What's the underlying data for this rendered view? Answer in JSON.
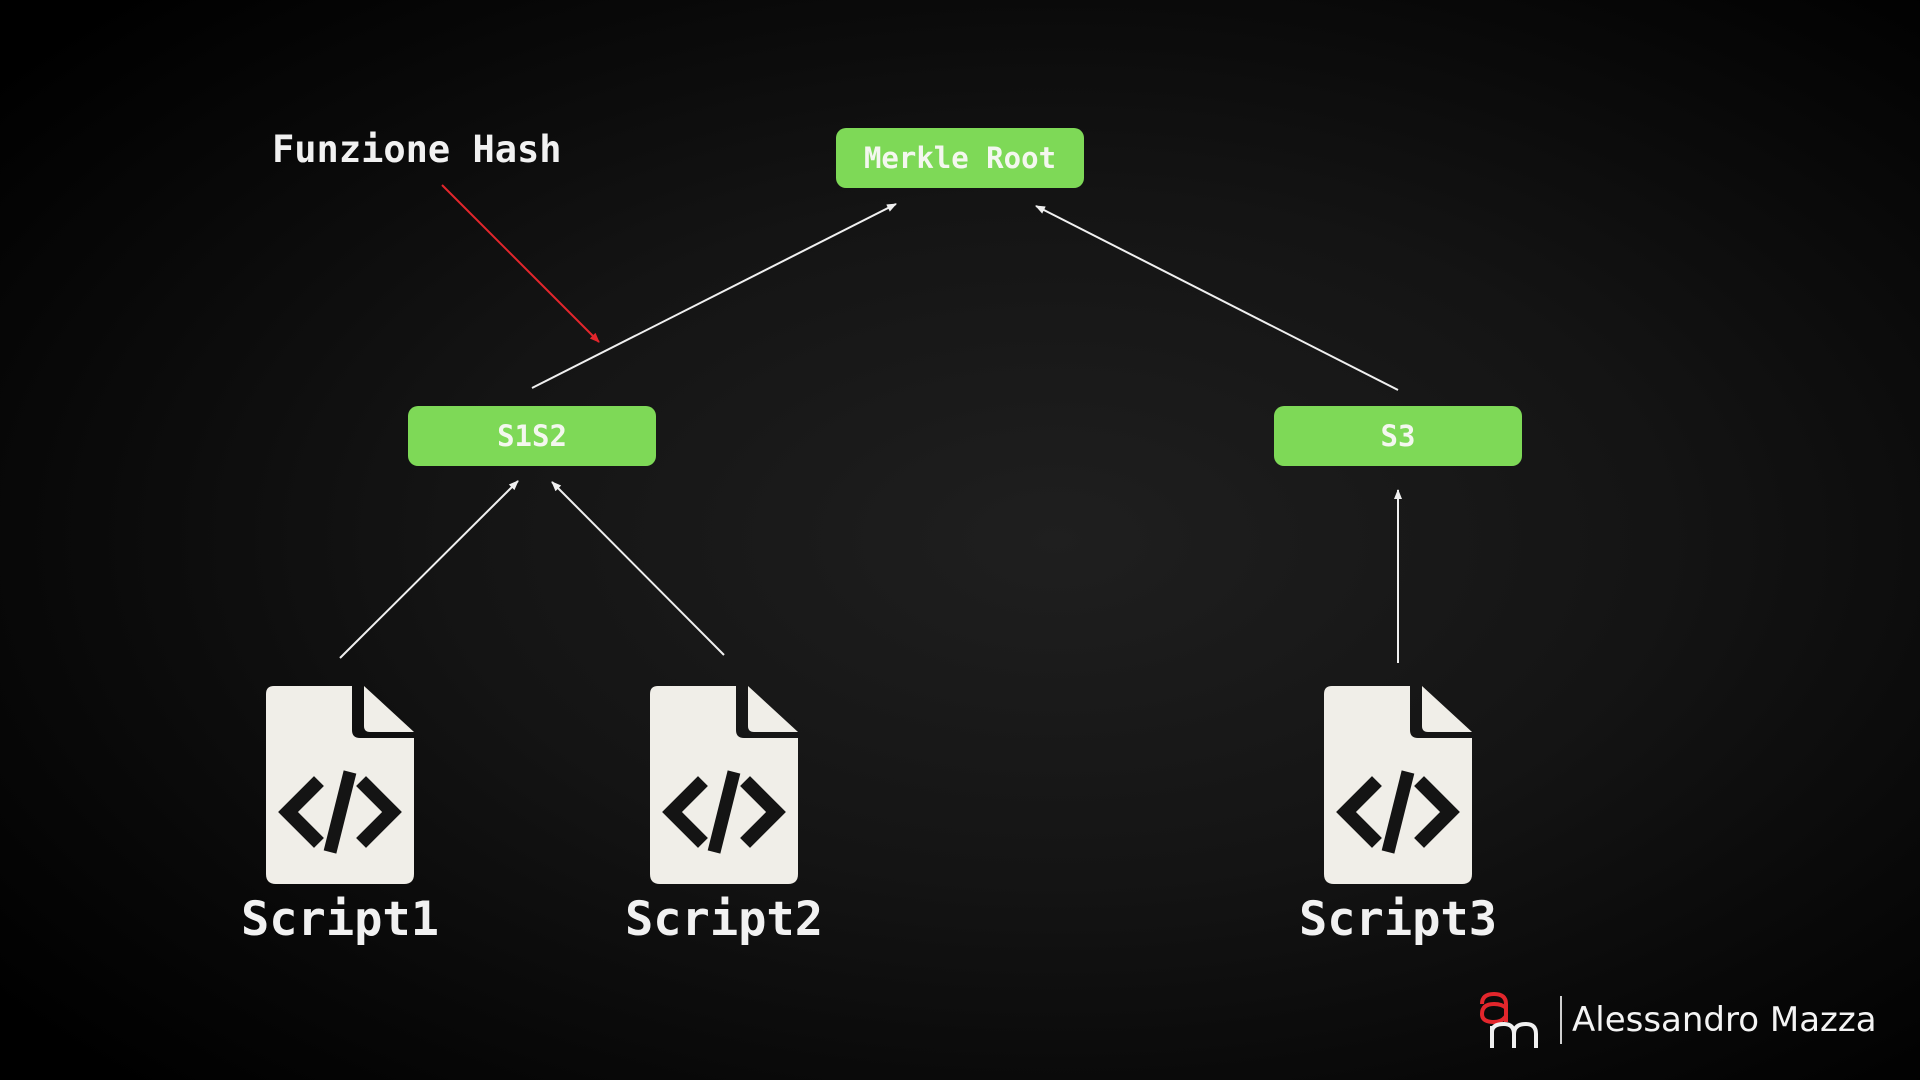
{
  "annotation": {
    "label": "Funzione Hash",
    "arrow_color": "#e3262c"
  },
  "nodes": {
    "root": "Merkle Root",
    "s1s2": "S1S2",
    "s3": "S3"
  },
  "scripts": [
    {
      "label": "Script1",
      "icon": "code-file-icon"
    },
    {
      "label": "Script2",
      "icon": "code-file-icon"
    },
    {
      "label": "Script3",
      "icon": "code-file-icon"
    }
  ],
  "brand": {
    "logo_letters": "am",
    "name": "Alessandro Mazza",
    "logo_accent": "#e3262c"
  },
  "colors": {
    "node_fill": "#7ed957",
    "node_text": "#f4f7ef",
    "file_fill": "#f0eee8",
    "arrow": "#f0f0f0",
    "background": "#141414"
  }
}
